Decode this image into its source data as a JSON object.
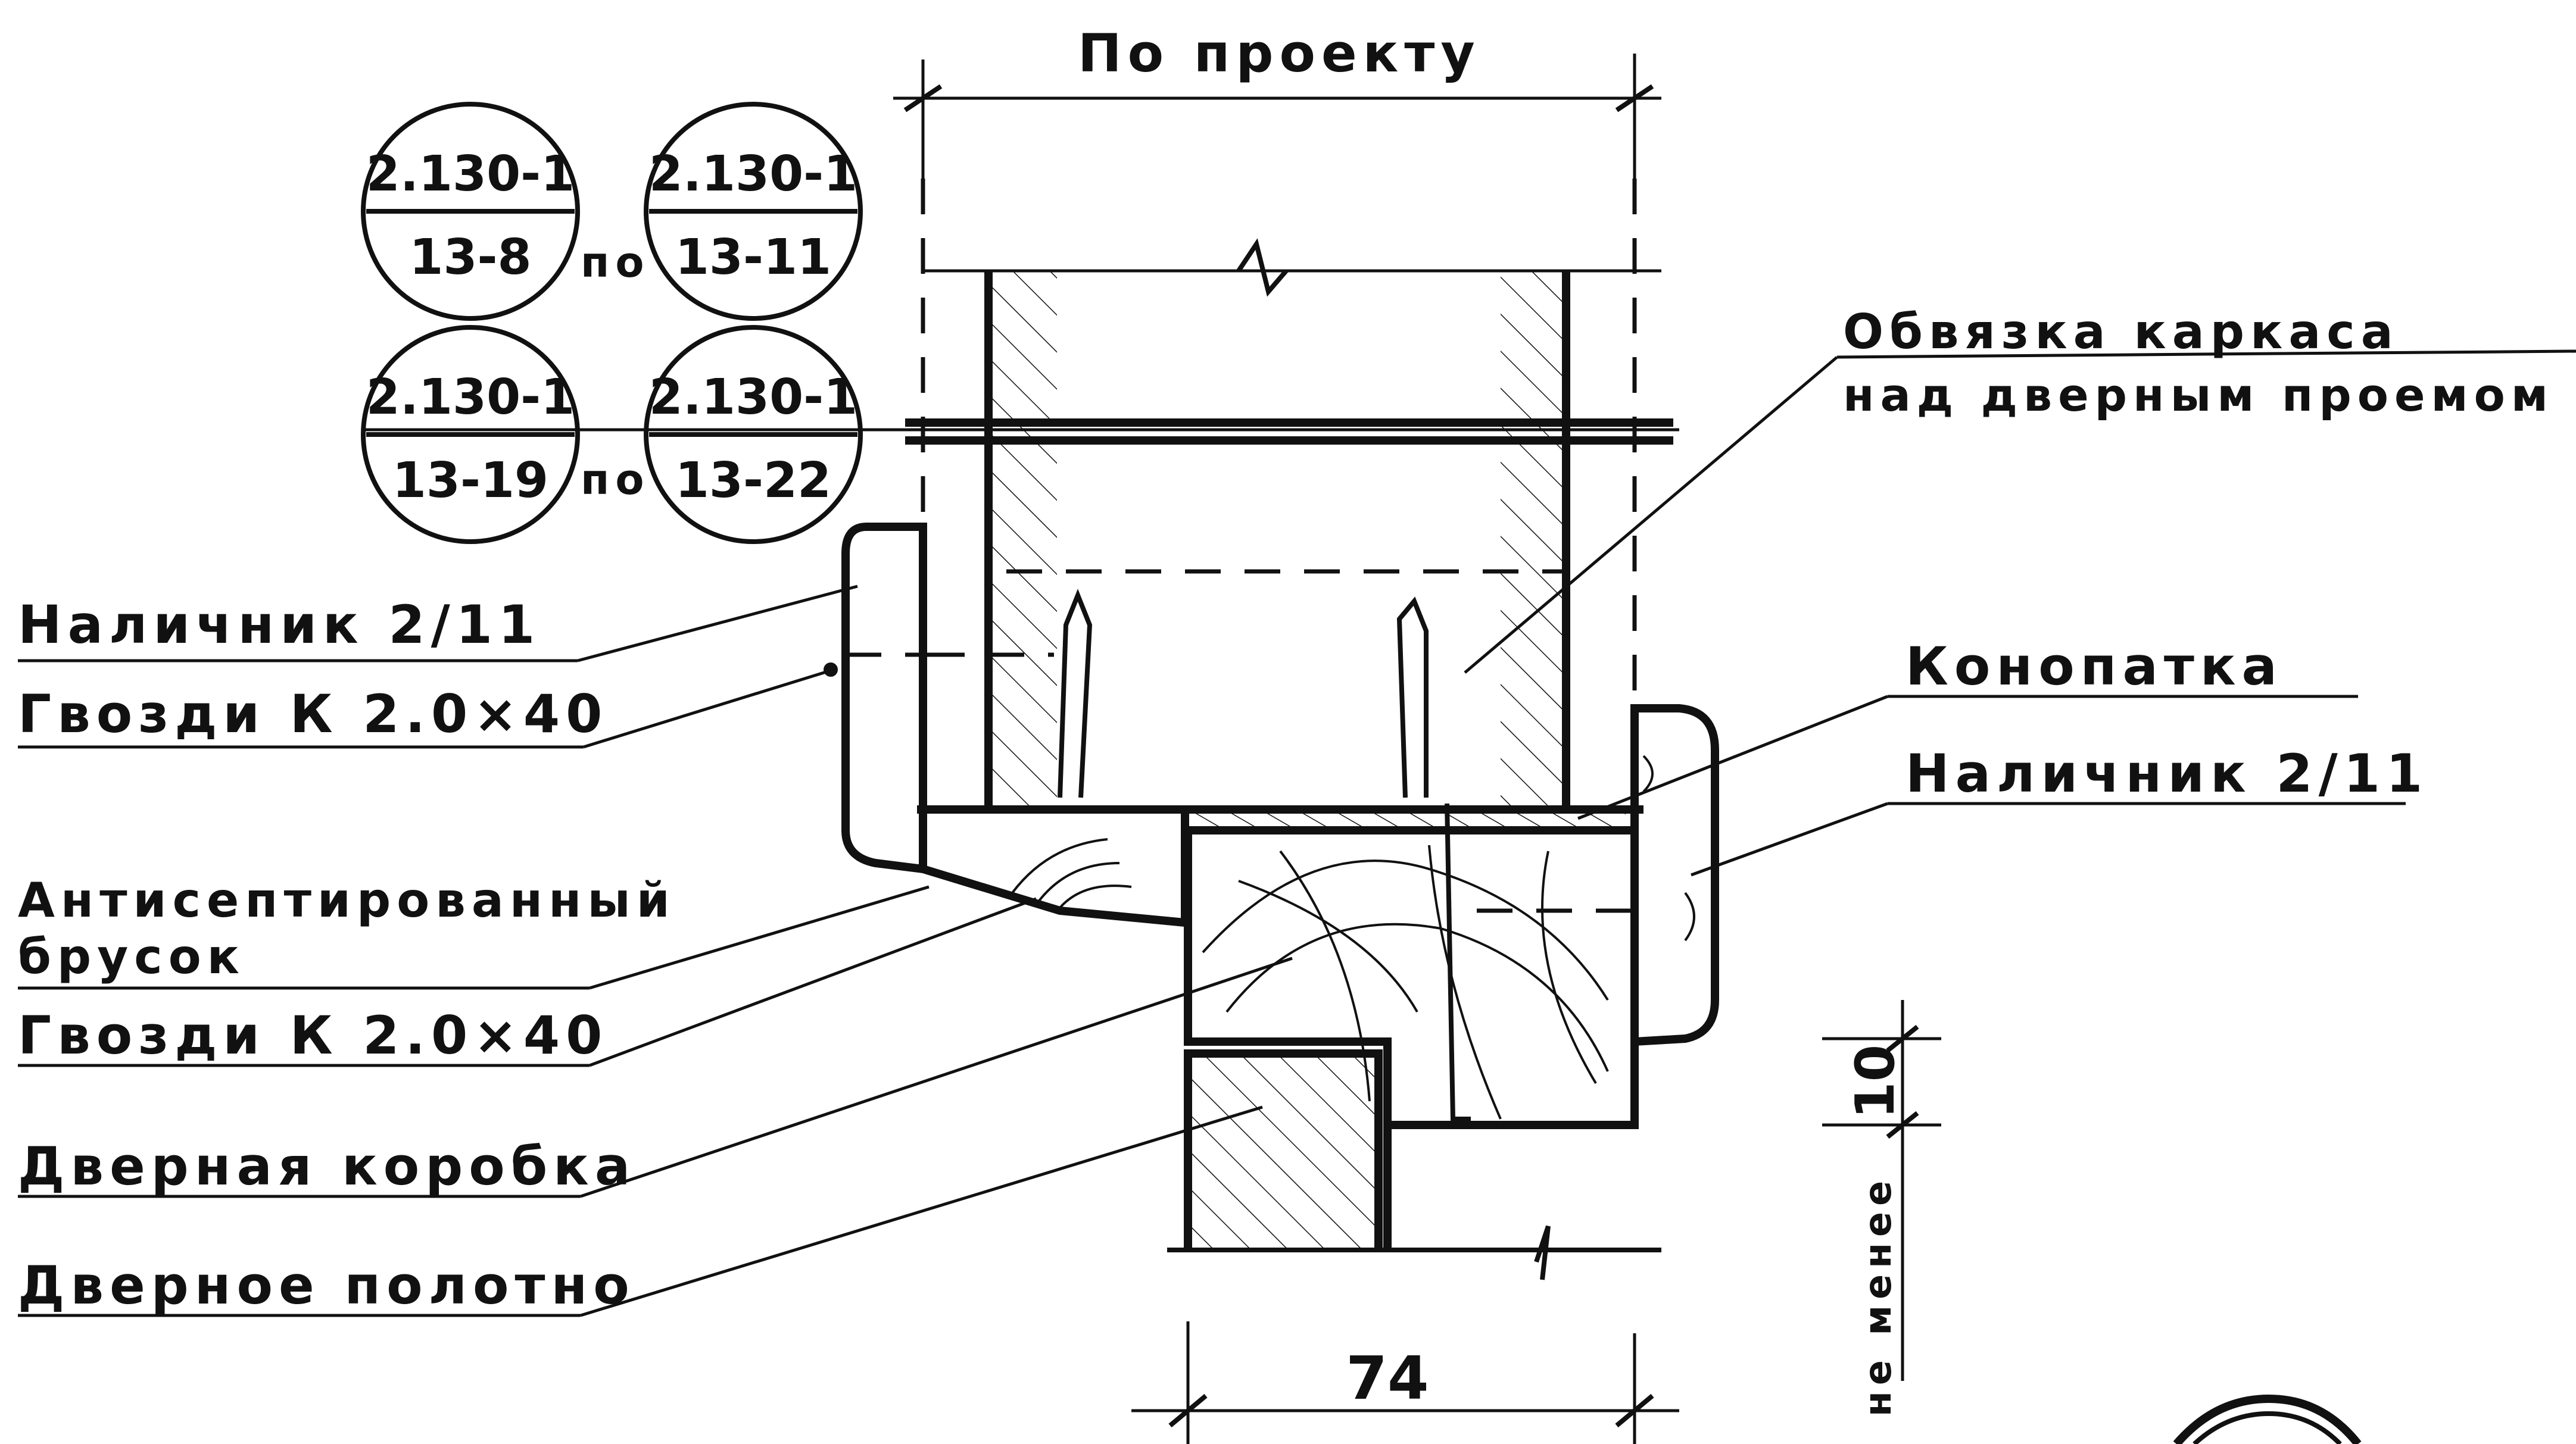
{
  "dimensions": {
    "top": "По проекту",
    "bottom": "74",
    "side_value": "10",
    "side_note": "не менее"
  },
  "references": [
    {
      "top": "2.130-1",
      "bottom": "13-8"
    },
    {
      "top": "2.130-1",
      "bottom": "13-11"
    },
    {
      "top": "2.130-1",
      "bottom": "13-19"
    },
    {
      "top": "2.130-1",
      "bottom": "13-22"
    }
  ],
  "ref_connector": "по",
  "callouts": {
    "frame_tie_1": "Обвязка каркаса",
    "frame_tie_2": "над дверным проемом",
    "caulk": "Конопатка",
    "trim_right": "Наличник 2/11",
    "trim_left": "Наличник 2/11",
    "nails_1": "Гвозди К 2.0×40",
    "bar_1": "Антисептированный",
    "bar_2": "брусок",
    "nails_2": "Гвозди К 2.0×40",
    "door_frame": "Дверная коробка",
    "door_leaf": "Дверное полотно"
  }
}
